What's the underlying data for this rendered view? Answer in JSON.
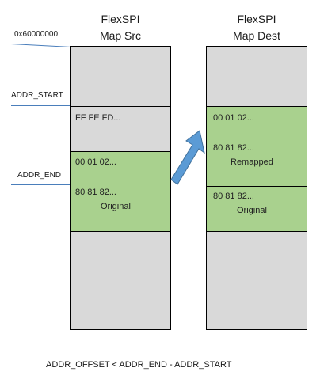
{
  "src": {
    "title_line1": "FlexSPI",
    "title_line2": "Map Src",
    "region_mid": "FF FE FD...",
    "region_green_line1": "00 01 02...",
    "region_green_line2": "80 81 82...",
    "region_green_label": "Original"
  },
  "dest": {
    "title_line1": "FlexSPI",
    "title_line2": "Map Dest",
    "remap_line1": "00 01 02...",
    "remap_line2": "80 81 82...",
    "remap_label": "Remapped",
    "orig_line1": "80 81 82...",
    "orig_label": "Original"
  },
  "addresses": {
    "base": "0x60000000",
    "start": "ADDR_START",
    "end": "ADDR_END"
  },
  "formula": "ADDR_OFFSET < ADDR_END - ADDR_START",
  "colors": {
    "map_fill": "#d9d9d9",
    "green_fill": "#a9d18e",
    "line": "#4a7ebb",
    "arrow": "#5b9bd5"
  }
}
